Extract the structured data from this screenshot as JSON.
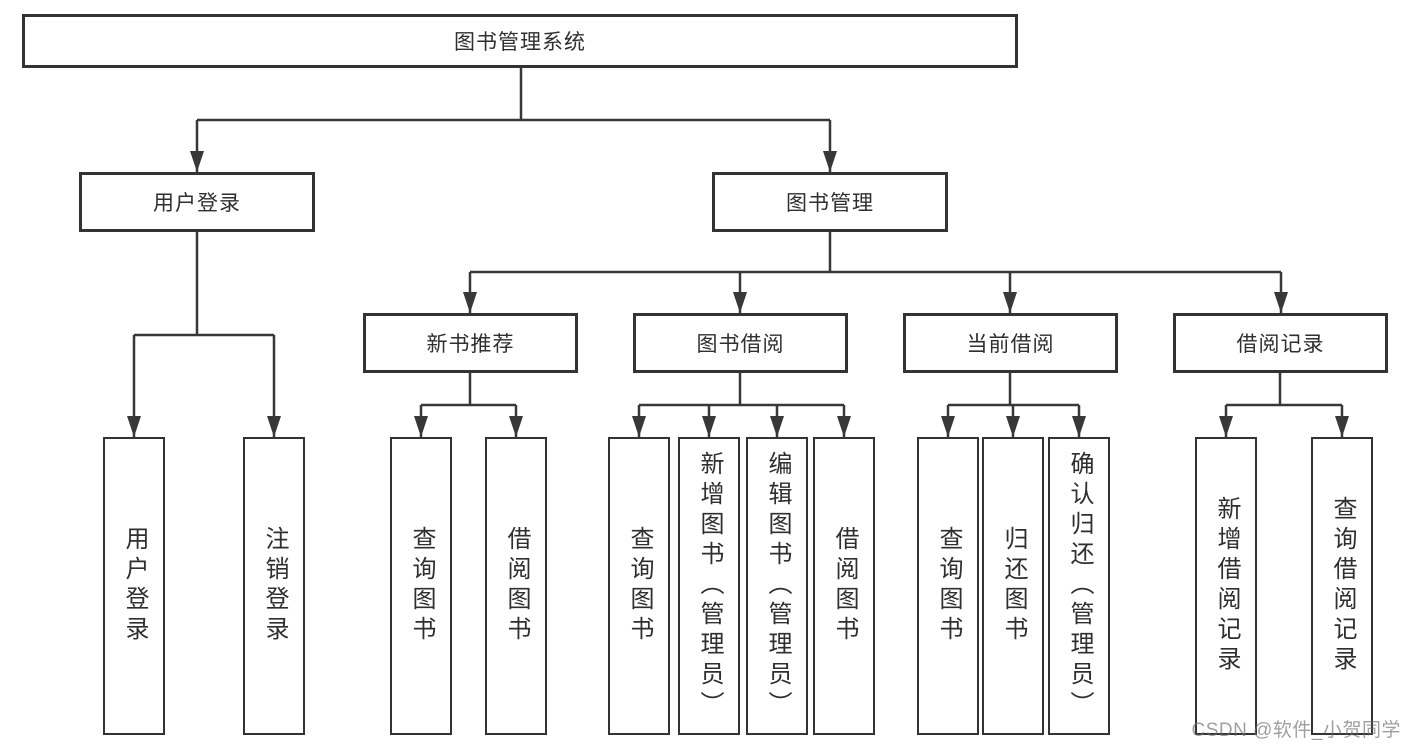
{
  "diagram": {
    "root": {
      "label": "图书管理系统"
    },
    "branches": [
      {
        "label": "用户登录",
        "children": [
          {
            "label": "用户登录"
          },
          {
            "label": "注销登录"
          }
        ]
      },
      {
        "label": "图书管理",
        "groups": [
          {
            "label": "新书推荐",
            "children": [
              {
                "label": "查询图书"
              },
              {
                "label": "借阅图书"
              }
            ]
          },
          {
            "label": "图书借阅",
            "children": [
              {
                "label": "查询图书"
              },
              {
                "label": "新增图书（管理员）"
              },
              {
                "label": "编辑图书（管理员）"
              },
              {
                "label": "借阅图书"
              }
            ]
          },
          {
            "label": "当前借阅",
            "children": [
              {
                "label": "查询图书"
              },
              {
                "label": "归还图书"
              },
              {
                "label": "确认归还（管理员）"
              }
            ]
          },
          {
            "label": "借阅记录",
            "children": [
              {
                "label": "新增借阅记录"
              },
              {
                "label": "查询借阅记录"
              }
            ]
          }
        ]
      }
    ]
  },
  "watermark": {
    "text": "CSDN @软件_小贺同学"
  },
  "colors": {
    "line": "#383838",
    "box_border": "#333333",
    "text": "#2f2f2f",
    "watermark": "#9c9c9c",
    "background": "#ffffff"
  }
}
